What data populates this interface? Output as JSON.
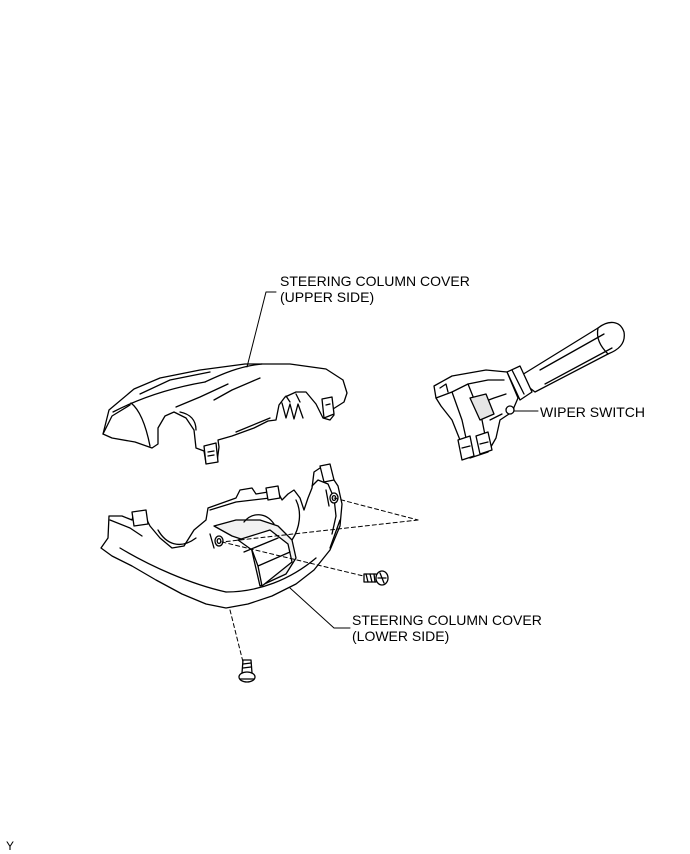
{
  "labels": {
    "upper_cover_line1": "STEERING COLUMN COVER",
    "upper_cover_line2": "(UPPER SIDE)",
    "wiper_switch": "WIPER SWITCH",
    "lower_cover_line1": "STEERING COLUMN COVER",
    "lower_cover_line2": "(LOWER SIDE)",
    "figure_id": "Y"
  },
  "colors": {
    "ink": "#000000",
    "fill": "#ffffff",
    "shade": "#dcdcdc"
  }
}
